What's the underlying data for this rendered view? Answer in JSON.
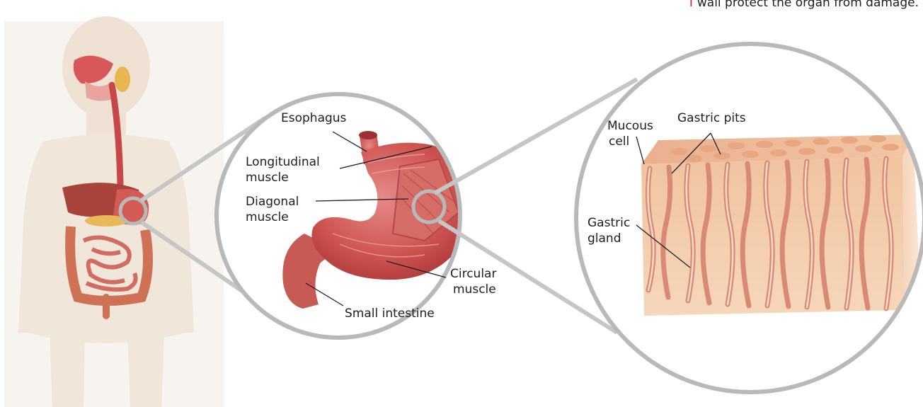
{
  "caption": {
    "marker": "I",
    "text": "wall protect the organ from damage."
  },
  "stomach_labels": {
    "esophagus": "Esophagus",
    "longitudinal_1": "Longitudinal",
    "longitudinal_2": "muscle",
    "diagonal_1": "Diagonal",
    "diagonal_2": "muscle",
    "circular_1": "Circular",
    "circular_2": "muscle",
    "small_intestine": "Small intestine"
  },
  "tissue_labels": {
    "mucous_1": "Mucous",
    "mucous_2": "cell",
    "gastric_pits": "Gastric pits",
    "gastric_gland_1": "Gastric",
    "gastric_gland_2": "gland"
  },
  "colors": {
    "magnifier_ring": "#b9b9b9",
    "body_silhouette": "#f1e6da",
    "organ_red": "#c9494a",
    "tissue_pink": "#f2c9a7",
    "accent_red": "#e2231a"
  }
}
